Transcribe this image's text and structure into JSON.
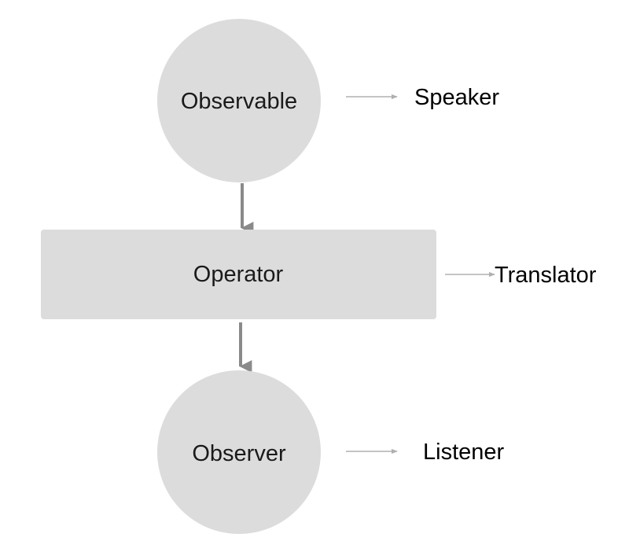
{
  "nodes": {
    "observable": {
      "label": "Observable"
    },
    "operator": {
      "label": "Operator"
    },
    "observer": {
      "label": "Observer"
    }
  },
  "analogies": {
    "speaker": "Speaker",
    "translator": "Translator",
    "listener": "Listener"
  },
  "colors": {
    "node_fill": "#dcdcdc",
    "flow_arrow": "#8a8a8a",
    "analogy_arrow": "#b0b0b0"
  }
}
